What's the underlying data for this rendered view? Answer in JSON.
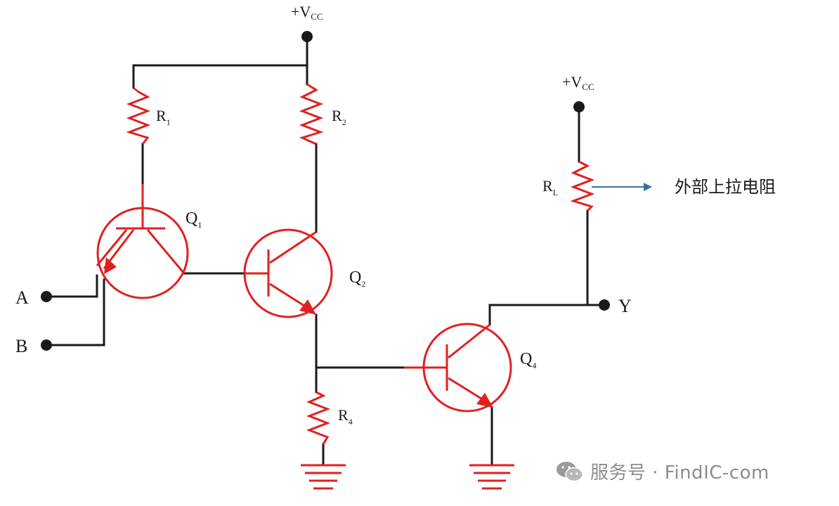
{
  "labels": {
    "vcc_main": "+Vcc",
    "vcc_main_plus_v": "+V",
    "vcc_main_sub": "CC",
    "vcc_right_plus_v": "+V",
    "vcc_right_sub": "CC",
    "r1": "R",
    "r1_sub": "1",
    "r2": "R",
    "r2_sub": "2",
    "r4": "R",
    "r4_sub": "4",
    "rl": "R",
    "rl_sub": "L",
    "q1": "Q",
    "q1_sub": "1",
    "q2": "Q",
    "q2_sub": "2",
    "q4": "Q",
    "q4_sub": "4",
    "input_a": "A",
    "input_b": "B",
    "output_y": "Y",
    "pullup_annotation": "外部上拉电阻"
  },
  "watermark": {
    "text": "服务号 · FindIC-com",
    "icon": "wechat-icon"
  },
  "colors": {
    "wire": "#1a1a1a",
    "component": "#e02020",
    "arrow": "#3a6ea5",
    "watermark": "#8c8c8c"
  }
}
